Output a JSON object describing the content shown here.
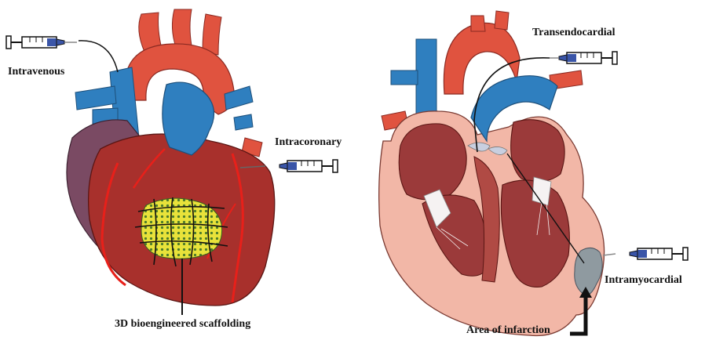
{
  "labels": {
    "intravenous": "Intravenous",
    "intracoronary": "Intracoronary",
    "scaffolding": "3D bioengineered scaffolding",
    "transendocardial": "Transendocardial",
    "intramyocardial": "Intramyocardial",
    "infarction": "Area of infarction"
  },
  "colors": {
    "aorta_red": "#e0533f",
    "vein_blue": "#2f7fbf",
    "myocardium": "#a8302c",
    "atrium_purple": "#7a4a63",
    "inner_wall": "#9b3a3a",
    "lining_pink": "#f2b7a7",
    "scaffold_yellow": "#e8e23a",
    "infarct_gray": "#8f9aa0",
    "syringe_blue": "#3a55a8"
  },
  "icons": [
    "syringe-icon",
    "heart-exterior-illustration",
    "heart-cross-section-illustration",
    "arrow-icon"
  ]
}
